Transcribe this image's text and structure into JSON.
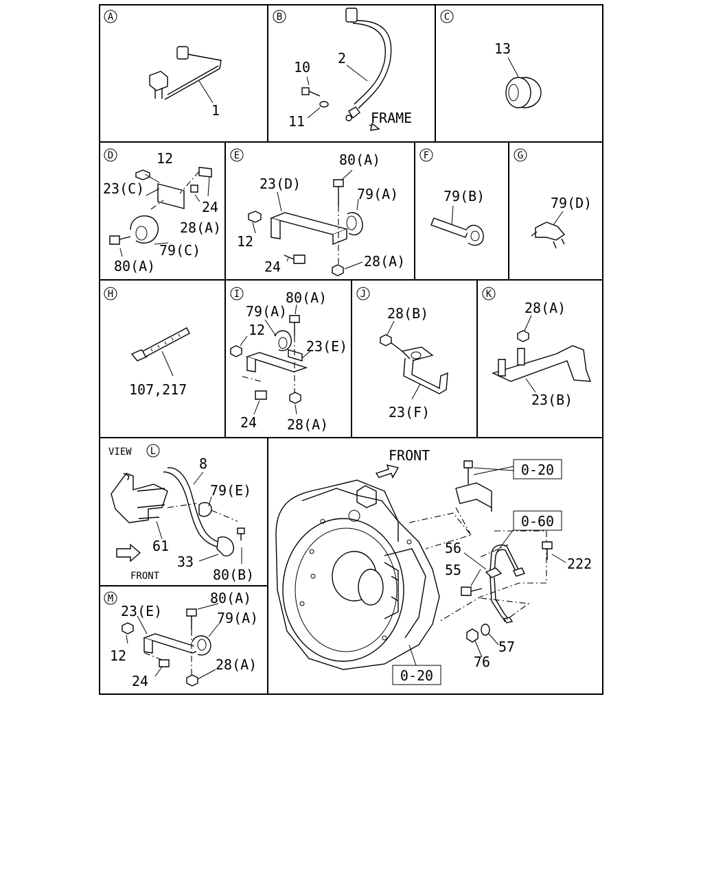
{
  "panels": {
    "A": {
      "letter": "A",
      "labels": [
        "1"
      ]
    },
    "B": {
      "letter": "B",
      "labels": [
        "2",
        "10",
        "11"
      ],
      "note": "FRAME"
    },
    "C": {
      "letter": "C",
      "labels": [
        "13"
      ]
    },
    "D": {
      "letter": "D",
      "labels": [
        "12",
        "23(C)",
        "24",
        "28(A)",
        "79(C)",
        "80(A)"
      ]
    },
    "E": {
      "letter": "E",
      "labels": [
        "80(A)",
        "23(D)",
        "79(A)",
        "12",
        "28(A)",
        "24"
      ]
    },
    "F": {
      "letter": "F",
      "labels": [
        "79(B)"
      ]
    },
    "G": {
      "letter": "G",
      "labels": [
        "79(D)"
      ]
    },
    "H": {
      "letter": "H",
      "labels": [
        "107,217"
      ]
    },
    "I": {
      "letter": "I",
      "labels": [
        "80(A)",
        "79(A)",
        "12",
        "23(E)",
        "24",
        "28(A)"
      ]
    },
    "J": {
      "letter": "J",
      "labels": [
        "28(B)",
        "23(F)"
      ]
    },
    "K": {
      "letter": "K",
      "labels": [
        "28(A)",
        "23(B)"
      ]
    },
    "L": {
      "view_text": "VIEW",
      "letter": "L",
      "labels": [
        "8",
        "79(E)",
        "61",
        "33",
        "80(B)"
      ],
      "front": "FRONT"
    },
    "M": {
      "letter": "M",
      "labels": [
        "80(A)",
        "23(E)",
        "79(A)",
        "12",
        "28(A)",
        "24"
      ]
    },
    "main": {
      "front": "FRONT",
      "refs": [
        "0-20",
        "0-60",
        "0-20"
      ],
      "labels": [
        "56",
        "55",
        "222",
        "57",
        "76"
      ]
    }
  }
}
